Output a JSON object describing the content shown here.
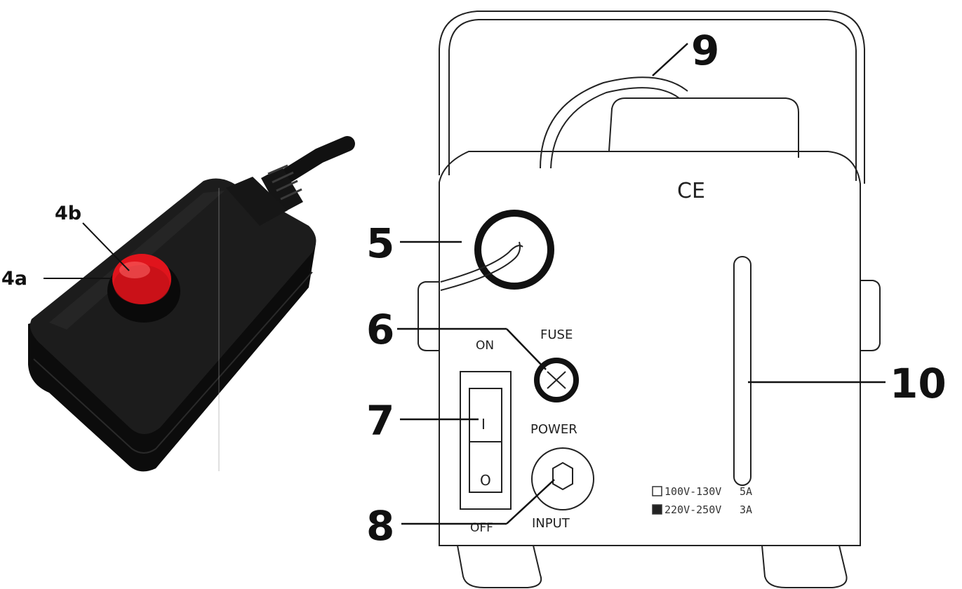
{
  "remote": {
    "callout_4a": "4a",
    "callout_4b": "4b",
    "button_color": "#e0141c",
    "body_color": "#111111"
  },
  "unit": {
    "callouts": {
      "c5": "5",
      "c6": "6",
      "c7": "7",
      "c8": "8",
      "c9": "9",
      "c10": "10"
    },
    "labels": {
      "ce_mark": "CE",
      "fuse": "FUSE",
      "on": "ON",
      "off": "OFF",
      "power": "POWER",
      "input": "INPUT",
      "switch_on_symbol": "I",
      "switch_off_symbol": "O"
    },
    "ratings": [
      {
        "range": "100V-130V",
        "current": "5A",
        "selected": false
      },
      {
        "range": "220V-250V",
        "current": "3A",
        "selected": true
      }
    ]
  }
}
